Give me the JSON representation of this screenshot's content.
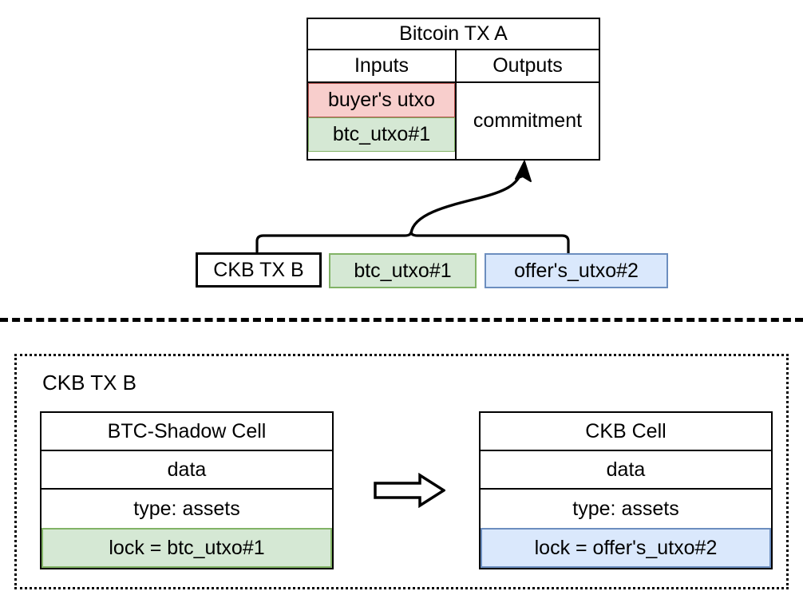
{
  "diagram": {
    "title_top": "Bitcoin TX A",
    "colors": {
      "pink_fill": "#f8cecc",
      "pink_stroke": "#b85450",
      "green_fill": "#d5e8d4",
      "green_stroke": "#82b366",
      "blue_fill": "#dae8fc",
      "blue_stroke": "#6c8ebf",
      "line": "#000000"
    }
  },
  "bitcoin_tx": {
    "title": "Bitcoin TX A",
    "inputs_header": "Inputs",
    "outputs_header": "Outputs",
    "inputs": [
      {
        "label": "buyer's utxo",
        "color": "pink"
      },
      {
        "label": "btc_utxo#1",
        "color": "green"
      }
    ],
    "outputs": [
      {
        "label": "commitment",
        "color": "none"
      }
    ]
  },
  "ckb_tx_row": {
    "box_label": "CKB TX B",
    "items": [
      {
        "label": "btc_utxo#1",
        "color": "green"
      },
      {
        "label": "offer's_utxo#2",
        "color": "blue"
      }
    ]
  },
  "ckb_section": {
    "label": "CKB TX B",
    "arrow": "right-block-arrow",
    "cells": [
      {
        "title": "BTC-Shadow Cell",
        "rows": [
          "data",
          "type: assets"
        ],
        "lock": "lock = btc_utxo#1",
        "lock_color": "green"
      },
      {
        "title": "CKB Cell",
        "rows": [
          "data",
          "type: assets"
        ],
        "lock": "lock = offer's_utxo#2",
        "lock_color": "blue"
      }
    ]
  }
}
